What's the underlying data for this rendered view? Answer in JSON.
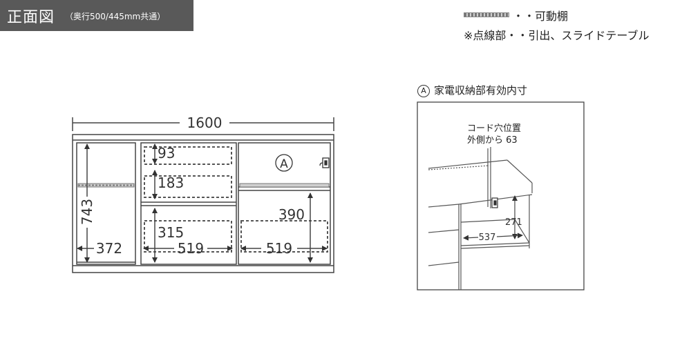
{
  "header": {
    "title": "正面図",
    "subtitle": "（奥行500/445mm共通）"
  },
  "legend": {
    "movable_shelf": "・・可動棚",
    "dotted_note": "※点線部・・引出、スライドテーブル"
  },
  "front_view": {
    "width": "1600",
    "height": "743",
    "left_inner_width": "372",
    "drawer_top": "93",
    "drawer_mid": "183",
    "drawer_bottom": "315",
    "mid_width": "519",
    "right_width": "519",
    "right_height": "390",
    "marker": "A"
  },
  "detail": {
    "marker": "A",
    "title": "家電収納部有効内寸",
    "cord_line1": "コード穴位置",
    "cord_line2": "外側から 63",
    "dim_height": "271",
    "dim_width": "537"
  }
}
